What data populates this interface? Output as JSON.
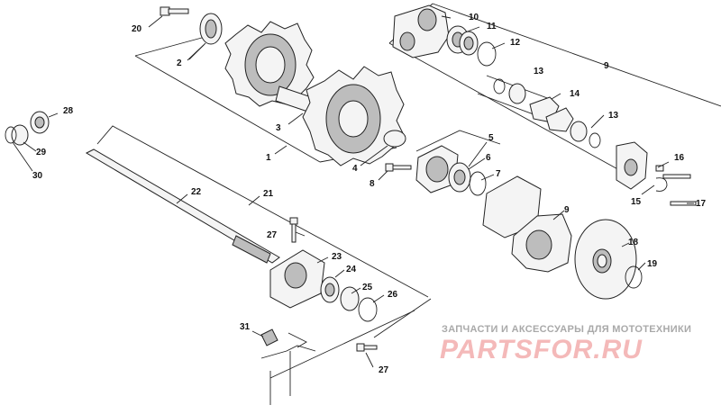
{
  "callouts": {
    "c1": "1",
    "c2": "2",
    "c3": "3",
    "c4": "4",
    "c5": "5",
    "c6": "6",
    "c7": "7",
    "c8": "8",
    "c9a": "9",
    "c9b": "9",
    "c10": "10",
    "c11": "11",
    "c12": "12",
    "c13a": "13",
    "c13b": "13",
    "c14": "14",
    "c15": "15",
    "c16": "16",
    "c17": "17",
    "c18": "18",
    "c19": "19",
    "c20": "20",
    "c21": "21",
    "c22": "22",
    "c23": "23",
    "c24": "24",
    "c25": "25",
    "c26": "26",
    "c27a": "27",
    "c27b": "27",
    "c28": "28",
    "c29": "29",
    "c30": "30",
    "c31": "31"
  },
  "watermark": {
    "tagline": "ЗАПЧАСТИ И АКСЕССУАРЫ ДЛЯ МОТОТЕХНИКИ",
    "logo": "PARTSFOR.RU"
  }
}
